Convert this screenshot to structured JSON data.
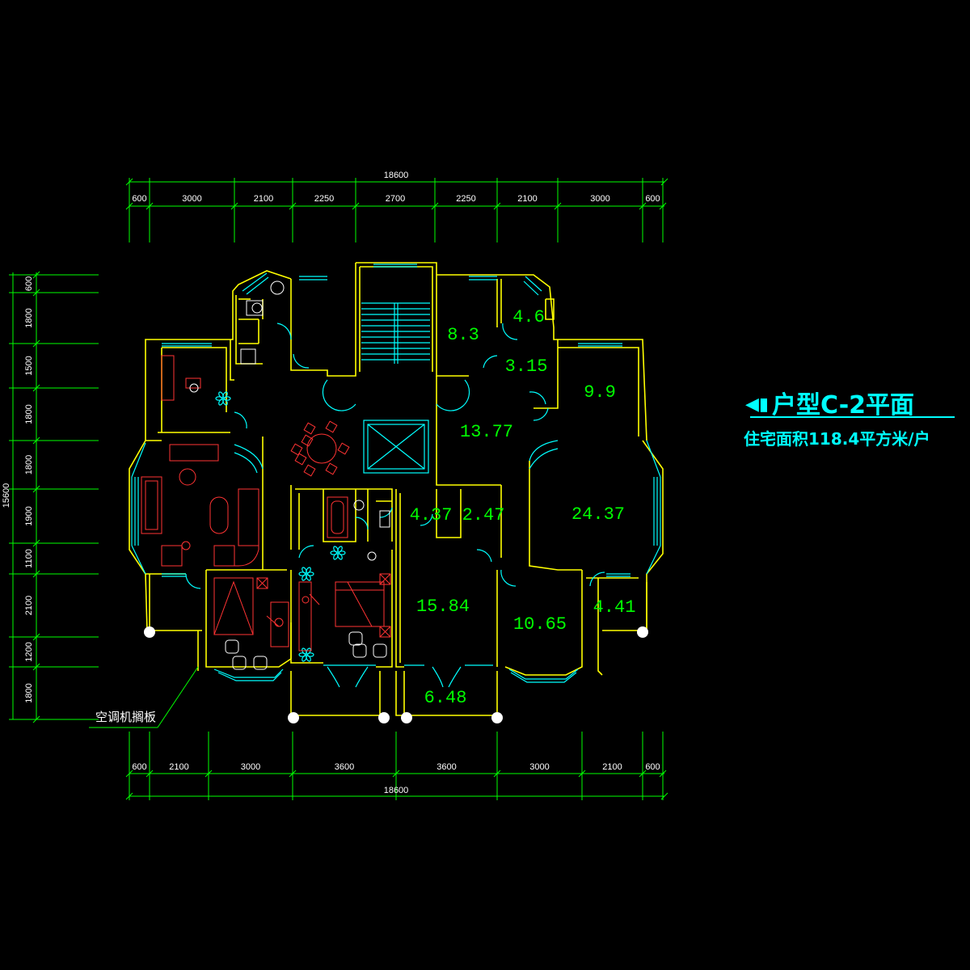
{
  "title": {
    "marker": "◀▮",
    "text": "户型C-2平面",
    "subtitle": "住宅面积118.4平方米/户"
  },
  "colors": {
    "background": "#000000",
    "wall": "#ffff00",
    "window": "#00ffff",
    "dimension": "#00ff00",
    "furniture": "#ff0000",
    "area_text": "#00ff00",
    "title_text": "#00ffff"
  },
  "dimensions": {
    "top_total": "18600",
    "top_segments": [
      "600",
      "3000",
      "2100",
      "2250",
      "2700",
      "2250",
      "2100",
      "3000",
      "600"
    ],
    "bottom_total": "18600",
    "bottom_segments": [
      "600",
      "2100",
      "3000",
      "3600",
      "3600",
      "3000",
      "2100",
      "600"
    ],
    "left_total": "15600",
    "left_segments": [
      "600",
      "1800",
      "1500",
      "1800",
      "1800",
      "1900",
      "1100",
      "2100",
      "1200",
      "1800"
    ]
  },
  "room_areas": [
    "8.3",
    "4.6",
    "3.15",
    "9.9",
    "13.77",
    "4.37",
    "2.47",
    "24.37",
    "15.84",
    "10.65",
    "4.41",
    "6.48"
  ],
  "annotations": {
    "ac_panel": "空调机搁板"
  }
}
